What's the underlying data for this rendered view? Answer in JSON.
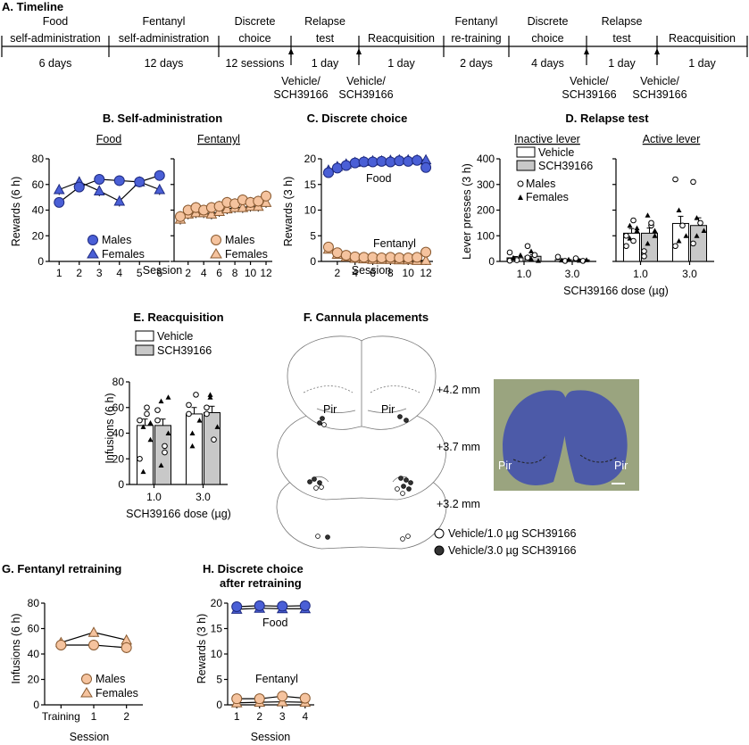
{
  "colors": {
    "blue": "#4a5fd6",
    "peach": "#f5c39e",
    "peach_dark": "#e9a87d",
    "gray_bar": "#c8c8c8",
    "filled_dot": "#333333"
  },
  "panelA": {
    "title": "A. Timeline",
    "segments": [
      {
        "l1": "Food",
        "l2": "self-administration",
        "d": "6 days"
      },
      {
        "l1": "Fentanyl",
        "l2": "self-administration",
        "d": "12 days"
      },
      {
        "l1": "Discrete",
        "l2": "choice",
        "d": "12 sessions"
      },
      {
        "l1": "Relapse",
        "l2": "test",
        "d": "1 day"
      },
      {
        "l1": "",
        "l2": "Reacquisition",
        "d": "1 day"
      },
      {
        "l1": "Fentanyl",
        "l2": "re-training",
        "d": "2 days"
      },
      {
        "l1": "Discrete",
        "l2": "choice",
        "d": "4 days"
      },
      {
        "l1": "Relapse",
        "l2": "test",
        "d": "1 day"
      },
      {
        "l1": "",
        "l2": "Reacquisition",
        "d": "1 day"
      }
    ],
    "injection_l1": "Vehicle/",
    "injection_l2": "SCH39166"
  },
  "panelB": {
    "title": "B. Self-administration",
    "sub_food": "Food",
    "sub_fent": "Fentanyl",
    "ylabel": "Rewards (6 h)",
    "xlabel": "Session",
    "legend_males": "Males",
    "legend_females": "Females"
  },
  "panelC": {
    "title": "C. Discrete choice",
    "ylabel": "Rewards (3 h)",
    "xlabel": "Session",
    "lab_food": "Food",
    "lab_fent": "Fentanyl"
  },
  "panelD": {
    "title": "D. Relapse test",
    "sub_inactive": "Inactive lever",
    "sub_active": "Active lever",
    "ylabel": "Lever presses (3 h)",
    "xlabel": "SCH39166 dose (µg)",
    "legend_vehicle": "Vehicle",
    "legend_sch": "SCH39166",
    "legend_males": "Males",
    "legend_females": "Females"
  },
  "panelE": {
    "title": "E. Reacquisition",
    "ylabel": "Infusions (6 h)",
    "xlabel": "SCH39166 dose (µg)",
    "legend_vehicle": "Vehicle",
    "legend_sch": "SCH39166"
  },
  "panelF": {
    "title": "F. Cannula placements",
    "coords": [
      "+4.2 mm",
      "+3.7 mm",
      "+3.2 mm"
    ],
    "pir": "Pir",
    "legend_open": "Vehicle/1.0 µg SCH39166",
    "legend_filled": "Vehicle/3.0 µg SCH39166"
  },
  "panelG": {
    "title": "G. Fentanyl retraining",
    "ylabel": "Infusions (6 h)",
    "xlabel": "Session",
    "legend_males": "Males",
    "legend_females": "Females"
  },
  "panelH": {
    "title_l1": "H. Discrete choice",
    "title_l2": "after retraining",
    "ylabel": "Rewards (3 h)",
    "xlabel": "Session",
    "lab_food": "Food",
    "lab_fent": "Fentanyl"
  },
  "chart_data": [
    {
      "id": "B-food",
      "type": "line",
      "x": [
        1,
        2,
        3,
        4,
        5,
        6
      ],
      "xlim": [
        0.5,
        6.5
      ],
      "ylim": [
        0,
        80
      ],
      "yticks": [
        0,
        20,
        40,
        60,
        80
      ],
      "xticks": [
        "1",
        "2",
        "3",
        "4",
        "5",
        "6"
      ],
      "series": [
        {
          "name": "Males",
          "values": [
            46,
            58,
            64,
            63,
            62,
            67
          ]
        },
        {
          "name": "Females",
          "values": [
            56,
            62,
            55,
            47,
            62,
            56
          ]
        }
      ]
    },
    {
      "id": "B-fentanyl",
      "type": "line",
      "x": [
        1,
        2,
        3,
        4,
        5,
        6,
        7,
        8,
        9,
        10,
        11,
        12
      ],
      "xlim": [
        0.2,
        12.8
      ],
      "ylim": [
        0,
        80
      ],
      "xticks": [
        "2",
        "4",
        "6",
        "8",
        "10",
        "12"
      ],
      "series": [
        {
          "name": "Males",
          "values": [
            35,
            40,
            42,
            40,
            42,
            43,
            46,
            45,
            48,
            46,
            47,
            51
          ]
        },
        {
          "name": "Females",
          "values": [
            33,
            37,
            38,
            38,
            37,
            39,
            41,
            42,
            42,
            43,
            43,
            46
          ]
        }
      ]
    },
    {
      "id": "C",
      "type": "line",
      "x": [
        1,
        2,
        3,
        4,
        5,
        6,
        7,
        8,
        9,
        10,
        11,
        12
      ],
      "xlim": [
        0.2,
        12.8
      ],
      "ylim": [
        0,
        20
      ],
      "yticks": [
        0,
        5,
        10,
        15,
        20
      ],
      "xticks": [
        "2",
        "4",
        "6",
        "8",
        "10",
        "12"
      ],
      "series": [
        {
          "name": "Food",
          "values": [
            17.3,
            18.2,
            18.7,
            19.2,
            19.4,
            19.4,
            19.5,
            19.4,
            19.6,
            19.5,
            19.7,
            18.3
          ]
        },
        {
          "name": "Food",
          "values": [
            17.8,
            18.5,
            19.0,
            19.3,
            19.5,
            19.6,
            19.6,
            19.7,
            19.8,
            19.8,
            19.8,
            19.8
          ]
        },
        {
          "name": "Fentanyl",
          "values": [
            2.8,
            1.7,
            1.2,
            0.9,
            0.8,
            0.8,
            0.7,
            0.8,
            0.7,
            0.7,
            0.8,
            1.8
          ]
        },
        {
          "name": "Fentanyl",
          "values": [
            2.4,
            1.4,
            0.9,
            0.6,
            0.5,
            0.4,
            0.4,
            0.4,
            0.3,
            0.3,
            0.2,
            0.2
          ]
        }
      ]
    },
    {
      "id": "D-inactive",
      "type": "bar",
      "categories": [
        "1.0",
        "3.0"
      ],
      "ylim": [
        0,
        400
      ],
      "yticks": [
        0,
        100,
        200,
        300,
        400
      ],
      "series": [
        {
          "name": "Vehicle",
          "values": [
            14,
            7
          ],
          "err": [
            5,
            3
          ],
          "points": [
            [
              35,
              15,
              5,
              25,
              3,
              12
            ],
            [
              18,
              5,
              2,
              8
            ]
          ]
        },
        {
          "name": "SCH39166",
          "values": [
            20,
            6
          ],
          "err": [
            6,
            3
          ],
          "points": [
            [
              60,
              10,
              25,
              3,
              15,
              40
            ],
            [
              12,
              4,
              2,
              6
            ]
          ]
        }
      ]
    },
    {
      "id": "D-active",
      "type": "bar",
      "categories": [
        "1.0",
        "3.0"
      ],
      "ylim": [
        0,
        400
      ],
      "series": [
        {
          "name": "Vehicle",
          "values": [
            110,
            148
          ],
          "err": [
            18,
            28
          ],
          "points": [
            [
              60,
              90,
              160,
              120,
              100,
              140,
              80,
              130
            ],
            [
              320,
              200,
              140,
              100,
              60,
              80
            ]
          ]
        },
        {
          "name": "SCH39166",
          "values": [
            110,
            140
          ],
          "err": [
            20,
            30
          ],
          "points": [
            [
              20,
              70,
              140,
              100,
              40,
              180,
              150,
              120
            ],
            [
              310,
              170,
              150,
              120,
              70,
              100
            ]
          ]
        }
      ]
    },
    {
      "id": "E",
      "type": "bar",
      "categories": [
        "1.0",
        "3.0"
      ],
      "ylim": [
        0,
        80
      ],
      "yticks": [
        0,
        20,
        40,
        60,
        80
      ],
      "series": [
        {
          "name": "Vehicle",
          "values": [
            46,
            55
          ],
          "err": [
            5,
            5
          ],
          "points": [
            [
              20,
              45,
              60,
              35,
              50,
              10,
              55,
              48
            ],
            [
              62,
              40,
              70,
              50,
              55,
              30
            ]
          ]
        },
        {
          "name": "SCH39166",
          "values": [
            46,
            56
          ],
          "err": [
            5,
            5
          ],
          "points": [
            [
              58,
              65,
              30,
              40,
              50,
              15,
              25,
              68
            ],
            [
              60,
              70,
              35,
              45,
              55,
              68
            ]
          ]
        }
      ]
    },
    {
      "id": "G",
      "type": "line",
      "categories": [
        "Training",
        "1",
        "2"
      ],
      "ylim": [
        0,
        80
      ],
      "yticks": [
        0,
        20,
        40,
        60,
        80
      ],
      "series": [
        {
          "name": "Males",
          "values": [
            47,
            47,
            45
          ]
        },
        {
          "name": "Females",
          "values": [
            49,
            57,
            51
          ]
        }
      ]
    },
    {
      "id": "H",
      "type": "line",
      "x": [
        1,
        2,
        3,
        4
      ],
      "ylim": [
        0,
        20
      ],
      "yticks": [
        0,
        5,
        10,
        15,
        20
      ],
      "xticks": [
        "1",
        "2",
        "3",
        "4"
      ],
      "series": [
        {
          "name": "Food",
          "values": [
            19.3,
            19.5,
            19.4,
            19.5
          ]
        },
        {
          "name": "Food",
          "values": [
            18.8,
            19.0,
            18.9,
            18.9
          ]
        },
        {
          "name": "Fentanyl",
          "values": [
            1.2,
            1.2,
            1.7,
            1.3
          ]
        },
        {
          "name": "Fentanyl",
          "values": [
            0.4,
            0.5,
            0.6,
            0.5
          ]
        }
      ]
    }
  ]
}
